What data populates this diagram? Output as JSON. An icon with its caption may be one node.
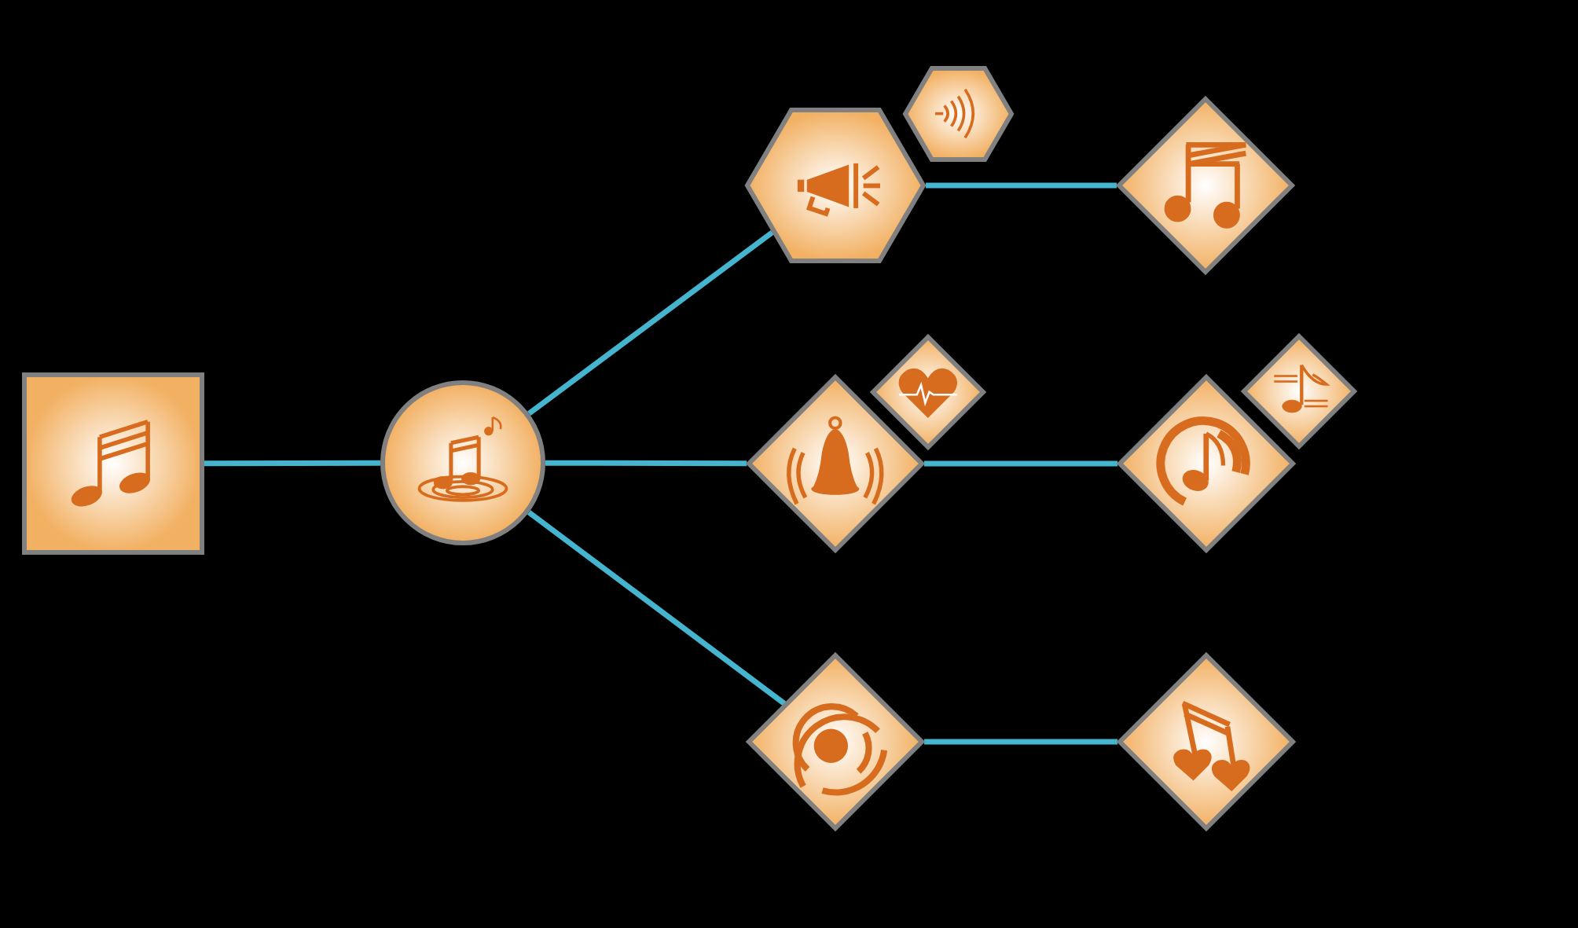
{
  "diagram": {
    "nodes": [
      {
        "text": [],
        "shape": "box"
      },
      {
        "text": [],
        "shape": "circle"
      },
      {
        "text": [],
        "shape": "hexagon"
      },
      {
        "text": [],
        "shape": "hexagon"
      },
      {
        "text": [],
        "shape": "diamond"
      },
      {
        "text": [],
        "shape": "diamond"
      },
      {
        "text": [],
        "shape": "diamond"
      },
      {
        "text": [],
        "shape": "diamond"
      },
      {
        "text": [],
        "shape": "diamond"
      },
      {
        "text": [],
        "shape": "diamond"
      },
      {
        "text": [],
        "shape": "diamond"
      }
    ],
    "edges": [
      {
        "from": 0,
        "to": 1,
        "arrow": "none"
      },
      {
        "from": 1,
        "to": 2,
        "arrow": "none"
      },
      {
        "from": 1,
        "to": 5,
        "arrow": "none"
      },
      {
        "from": 1,
        "to": 9,
        "arrow": "none"
      },
      {
        "from": 2,
        "to": 4,
        "arrow": "none"
      },
      {
        "from": 5,
        "to": 7,
        "arrow": "none"
      },
      {
        "from": 9,
        "to": 10,
        "arrow": "none"
      }
    ]
  }
}
